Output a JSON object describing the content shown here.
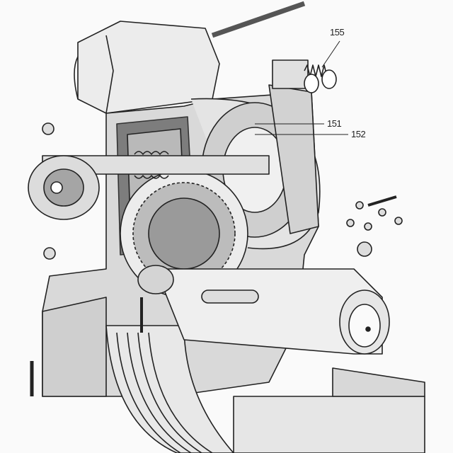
{
  "diagram": {
    "callouts": [
      {
        "id": "155"
      },
      {
        "id": "151"
      },
      {
        "id": "152"
      }
    ]
  }
}
